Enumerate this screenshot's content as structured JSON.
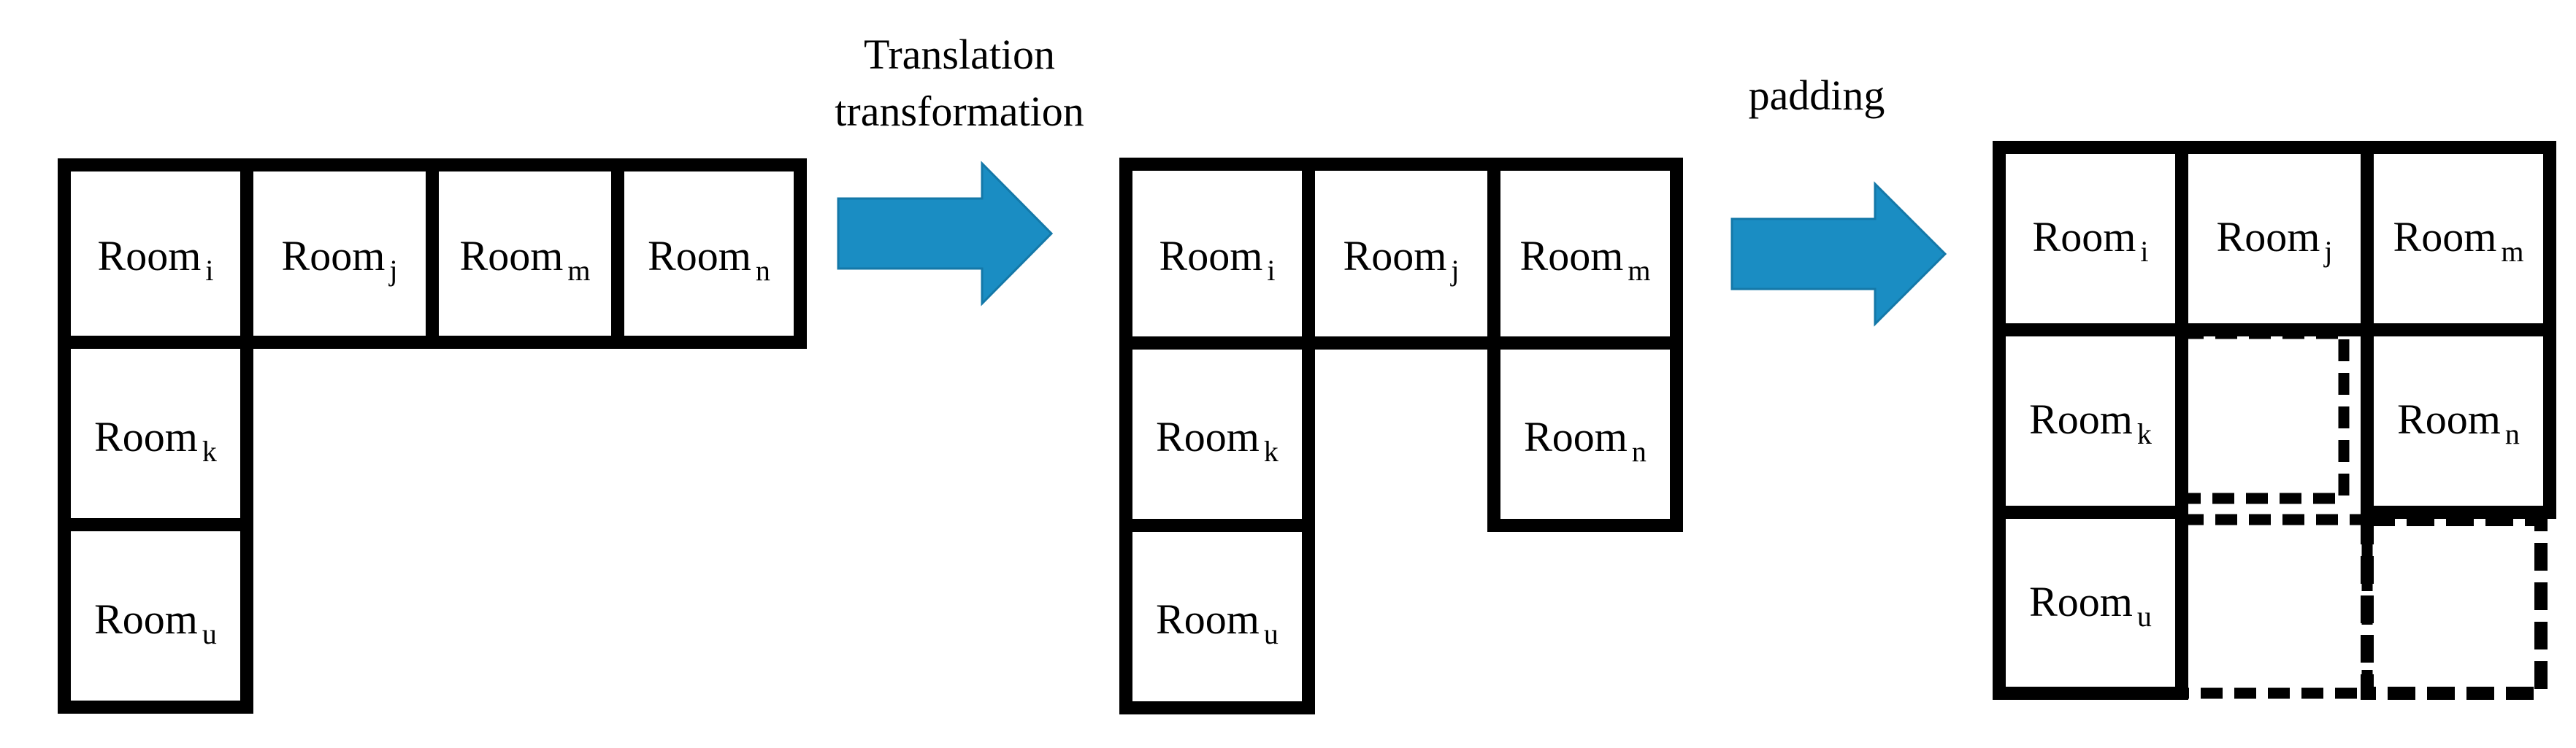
{
  "labels": {
    "translation_line1": "Translation",
    "translation_line2": "transformation",
    "padding": "padding"
  },
  "colors": {
    "arrow_fill": "#1a8dc3",
    "arrow_stroke": "#1478a8",
    "stroke": "#000000",
    "background": "#ffffff"
  },
  "rooms": {
    "i": {
      "base": "Room",
      "sub": "i"
    },
    "j": {
      "base": "Room",
      "sub": "j"
    },
    "m": {
      "base": "Room",
      "sub": "m"
    },
    "n": {
      "base": "Room",
      "sub": "n"
    },
    "k": {
      "base": "Room",
      "sub": "k"
    },
    "u": {
      "base": "Room",
      "sub": "u"
    }
  }
}
